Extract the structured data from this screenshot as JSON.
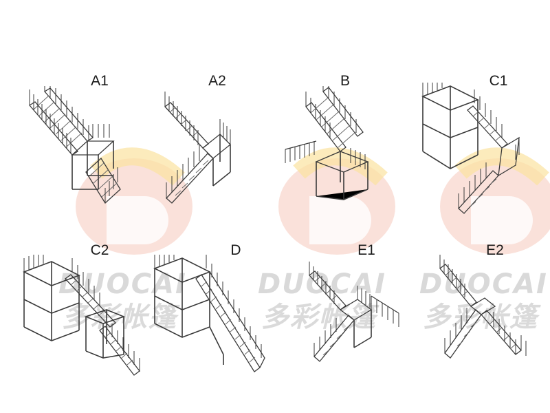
{
  "diagrams": [
    {
      "label": "A1",
      "type": "straight-with-landing-down-right"
    },
    {
      "label": "A2",
      "type": "switchback-left"
    },
    {
      "label": "B",
      "type": "tee-with-side-ramp"
    },
    {
      "label": "C1",
      "type": "platform-with-switchback"
    },
    {
      "label": "C2",
      "type": "platform-long-descent"
    },
    {
      "label": "D",
      "type": "platform-straight-descent"
    },
    {
      "label": "E1",
      "type": "split-with-side-walkway"
    },
    {
      "label": "E2",
      "type": "symmetric-split"
    }
  ],
  "watermark": {
    "latin": "DUOCAI",
    "cjk": "多彩帐篷",
    "colors": {
      "red": "#f3b7a8",
      "yellow": "#fbe7a8",
      "gray": "#d9d9d9"
    }
  },
  "colors": {
    "line": "#3a3a3a",
    "tread": "#6a6a6a",
    "label": "#1a1a1a"
  }
}
